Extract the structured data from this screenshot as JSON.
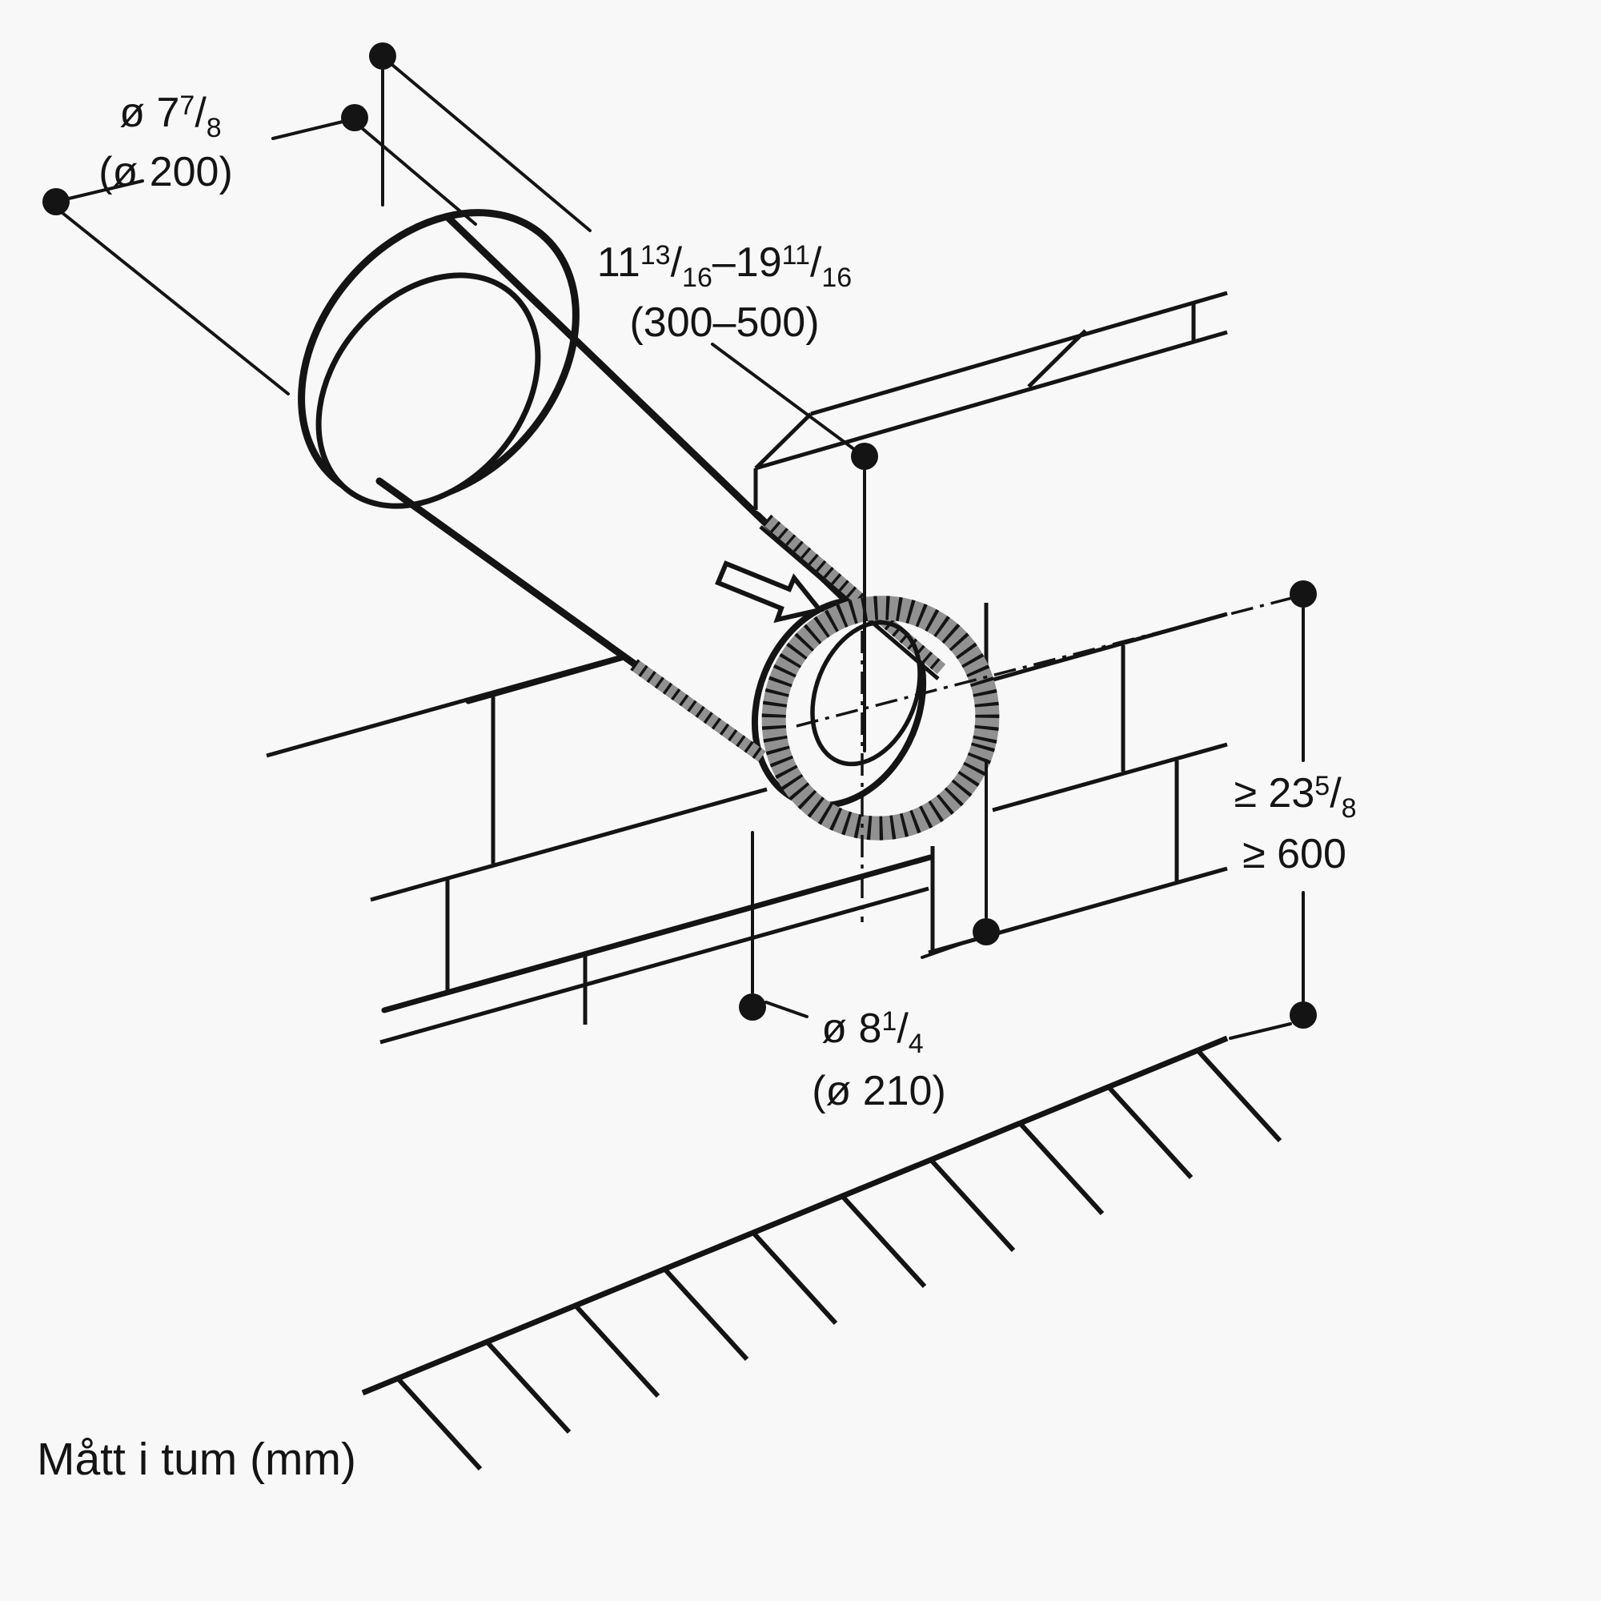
{
  "diagram_type": "installation-dimension-drawing",
  "colors": {
    "line": "#141414",
    "corrugation_gray": "#919191",
    "background": "#f8f8f8"
  },
  "dims": {
    "duct_diameter": {
      "line1_parts": [
        "ø 7",
        "7",
        "/",
        "8"
      ],
      "line2": "(ø 200)"
    },
    "telescopic_length": {
      "line1_parts": [
        "11",
        "13",
        "/",
        "16",
        "–19",
        "11",
        "/",
        "16"
      ],
      "line2": "(300–500)"
    },
    "floor_clearance": {
      "line1_parts": [
        "≥ 23",
        "5",
        "/",
        "8"
      ],
      "line2": "≥ 600"
    },
    "hole_diameter": {
      "line1_parts": [
        "ø 8",
        "1",
        "/",
        "4"
      ],
      "line2": "(ø 210)"
    }
  },
  "caption": "Mått i tum (mm)"
}
